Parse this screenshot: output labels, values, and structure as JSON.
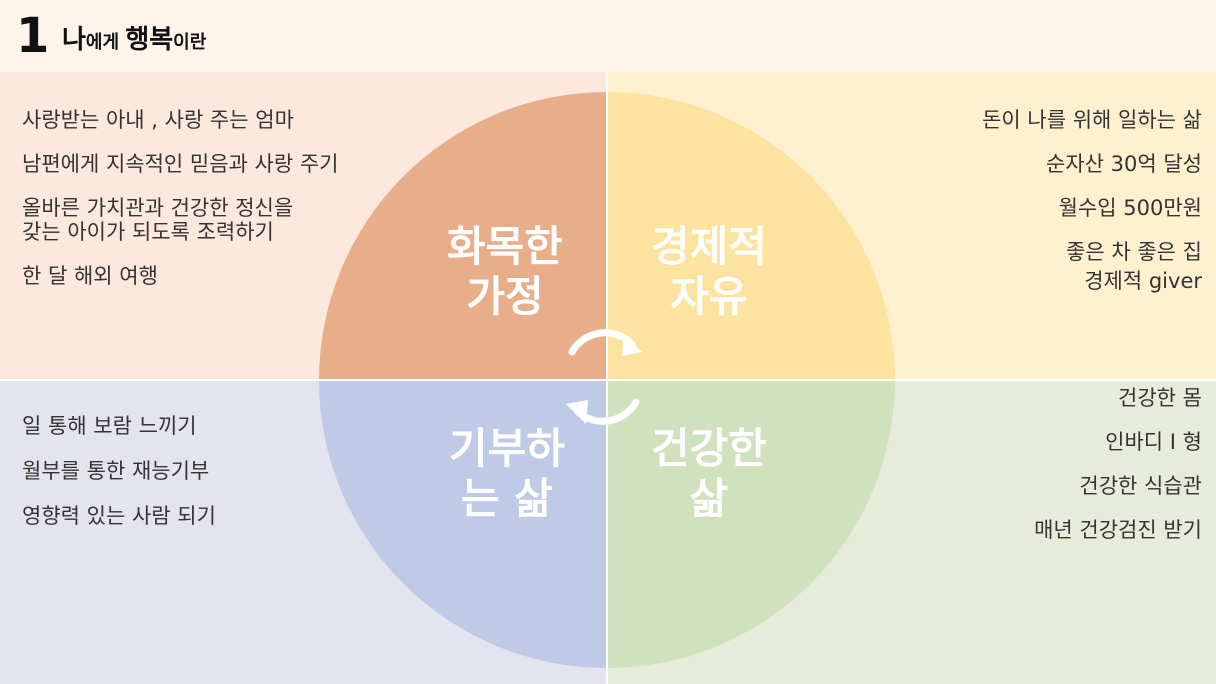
{
  "header": {
    "number": "1",
    "title_part1": "나",
    "title_part2": "에게 ",
    "title_part3": "행복",
    "title_part4": "이란"
  },
  "segments": {
    "top_left": {
      "label": "화목한\n가정",
      "color": "#e8ae8a"
    },
    "top_right": {
      "label": "경제적\n자유",
      "color": "#fde3a0"
    },
    "bottom_left": {
      "label": "기부하\n는 삶",
      "color": "#bfcae6"
    },
    "bottom_right": {
      "label": "건강한\n삶",
      "color": "#d0e1bd"
    }
  },
  "lists": {
    "top_left": [
      "사랑받는 아내 , 사랑 주는 엄마",
      "남편에게 지속적인 믿음과 사랑 주기",
      "올바른 가치관과 건강한 정신을\n갖는 아이가 되도록 조력하기",
      "한 달 해외 여행"
    ],
    "top_right": [
      "돈이 나를 위해 일하는 삶",
      "순자산 30억 달성",
      "월수입 500만원",
      "좋은 차 좋은 집",
      "경제적 giver"
    ],
    "bottom_left": [
      "일 통해 보람 느끼기",
      "월부를 통한 재능기부",
      "영향력 있는 사람 되기"
    ],
    "bottom_right": [
      "건강한 몸",
      "인바디 I 형",
      "건강한 식습관",
      "매년 건강검진 받기"
    ]
  }
}
